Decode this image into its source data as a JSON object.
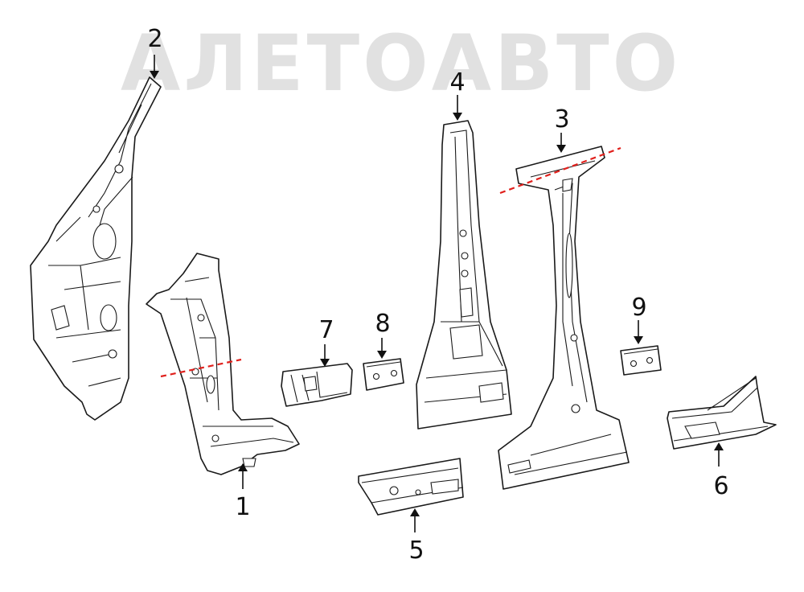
{
  "watermark": {
    "text": "АЛЕТОАВТО"
  },
  "callouts": [
    "1",
    "2",
    "3",
    "4",
    "5",
    "6",
    "7",
    "8",
    "9"
  ],
  "colors": {
    "outline": "#1a1a1a",
    "cut_line": "#e0201c",
    "watermark": "#c9c9c9"
  }
}
